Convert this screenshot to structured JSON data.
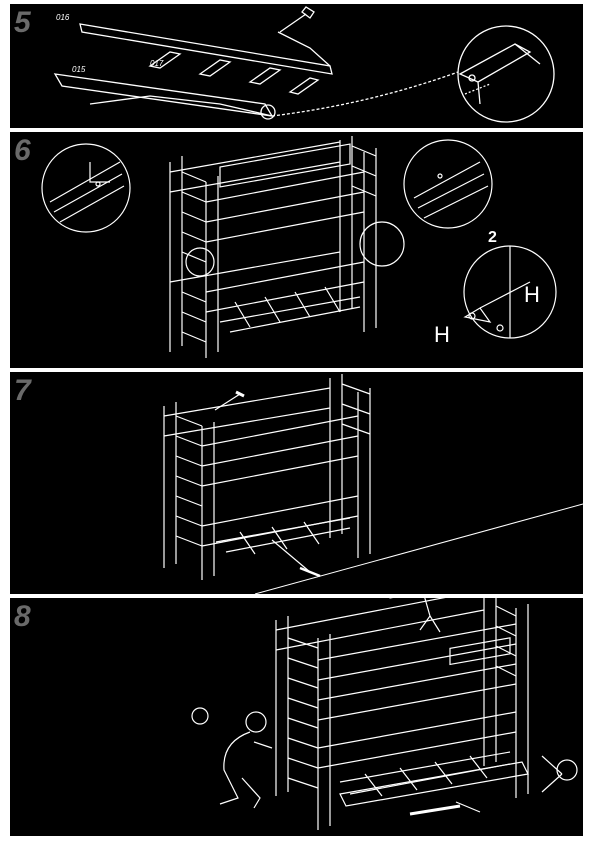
{
  "steps": [
    {
      "number": "5",
      "parts": {
        "a": "016",
        "b": "015",
        "c": "017"
      }
    },
    {
      "number": "6",
      "detail_count": "2",
      "bolt_label_right": "H",
      "bolt_label_left": "H"
    },
    {
      "number": "7"
    },
    {
      "number": "8"
    }
  ],
  "colors": {
    "background": "#000000",
    "line": "#ffffff",
    "step_number": "#6a6a6a"
  }
}
